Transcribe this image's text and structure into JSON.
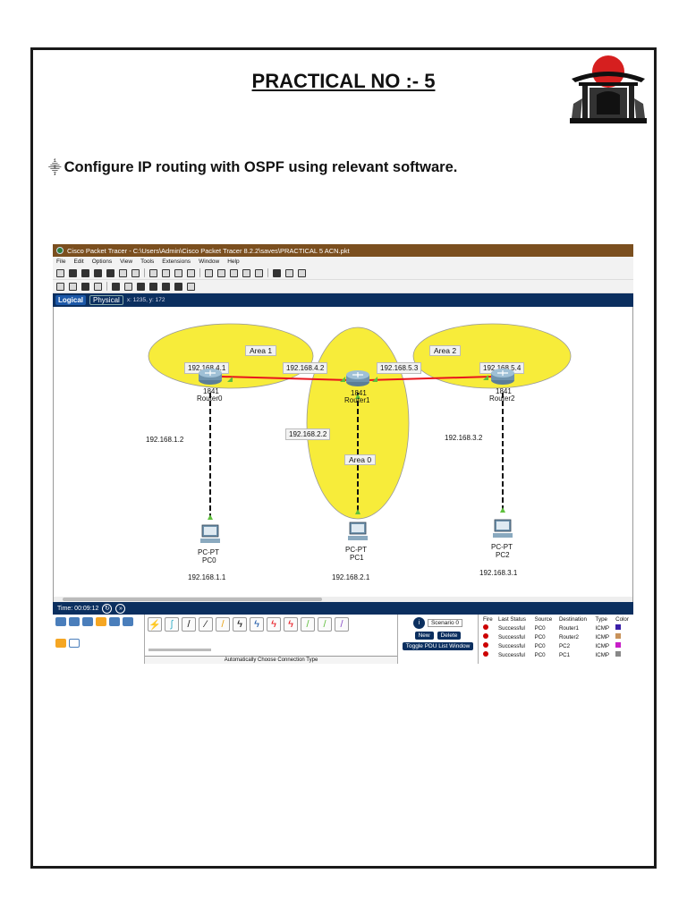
{
  "doc": {
    "title": "PRACTICAL NO :- 5",
    "subtitle": "Configure IP routing with OSPF using relevant software.",
    "bullet": "⸎"
  },
  "window": {
    "title": "Cisco Packet Tracer - C:\\Users\\Admin\\Cisco Packet Tracer 8.2.2\\saves\\PRACTICAL 5 ACN.pkt",
    "menu": [
      "File",
      "Edit",
      "Options",
      "View",
      "Tools",
      "Extensions",
      "Window",
      "Help"
    ]
  },
  "logical_bar": {
    "logical_label": "Logical",
    "physical_label": "Physical",
    "coords": "x: 1235, y: 172"
  },
  "topology": {
    "areas": {
      "area1": "Area 1",
      "area2": "Area 2",
      "area0": "Area 0"
    },
    "routers": {
      "r0": {
        "model": "1841",
        "name": "Router0"
      },
      "r1": {
        "model": "1841",
        "name": "Router1"
      },
      "r2": {
        "model": "1841",
        "name": "Router2"
      }
    },
    "pcs": {
      "pc0": {
        "model": "PC-PT",
        "name": "PC0",
        "ip": "192.168.1.1"
      },
      "pc1": {
        "model": "PC-PT",
        "name": "PC1",
        "ip": "192.168.2.1"
      },
      "pc2": {
        "model": "PC-PT",
        "name": "PC2",
        "ip": "192.168.3.1"
      }
    },
    "ips": {
      "r0_r1_a": "192.168.4.1",
      "r0_r1_b": "192.168.4.2",
      "r1_r2_a": "192.168.5.3",
      "r1_r2_b": "192.168.5.4",
      "r0_pc0": "192.168.1.2",
      "r1_pc1": "192.168.2.2",
      "r2_pc2": "192.168.3.2"
    },
    "colors": {
      "area_fill": "#f7ec3a",
      "serial_link": "#e8141c",
      "link_up": "#5fbf3c"
    }
  },
  "timebar": {
    "time_label": "Time: 00:09:12"
  },
  "connections_bar": {
    "label": "Automatically Choose Connection Type"
  },
  "scenario": {
    "selected": "Scenario 0",
    "new_label": "New",
    "delete_label": "Delete",
    "toggle_label": "Toggle PDU List Window"
  },
  "pdu_table": {
    "headers": [
      "Fire",
      "Last Status",
      "Source",
      "Destination",
      "Type",
      "Color"
    ],
    "rows": [
      {
        "status": "Successful",
        "source": "PC0",
        "destination": "Router1",
        "type": "ICMP",
        "color": "#3a1fa8"
      },
      {
        "status": "Successful",
        "source": "PC0",
        "destination": "Router2",
        "type": "ICMP",
        "color": "#c8925a"
      },
      {
        "status": "Successful",
        "source": "PC0",
        "destination": "PC2",
        "type": "ICMP",
        "color": "#c81ec8"
      },
      {
        "status": "Successful",
        "source": "PC0",
        "destination": "PC1",
        "type": "ICMP",
        "color": "#888888"
      }
    ]
  }
}
